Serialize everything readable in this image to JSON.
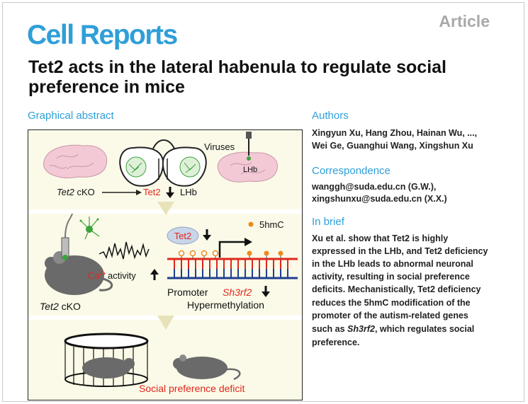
{
  "header": {
    "journal": "Cell Reports",
    "article_type": "Article",
    "title": "Tet2 acts in the lateral habenula to regulate social preference in mice"
  },
  "graphical_abstract": {
    "heading": "Graphical abstract",
    "labels": {
      "viruses": "Viruses",
      "lhb_brain": "LHb",
      "tet2_cko_top_italic": "Tet2",
      "tet2_cko_top_rest": " cKO",
      "tet2_red": "Tet2",
      "lhb_side": "LHb",
      "legend_5hmc": "5hmC",
      "tet2_oval": "Tet2",
      "ca_activity": "activity",
      "promoter": "Promoter",
      "sh3rf2": "Sh3rf2",
      "hypermethylation": "Hypermethylation",
      "tet2_cko_bottom_italic": "Tet2",
      "tet2_cko_bottom_rest": " cKO",
      "social_deficit": "Social preference deficit"
    }
  },
  "authors": {
    "heading": "Authors",
    "line1": "Xingyun Xu, Hang Zhou, Hainan Wu, ...,",
    "line2": "Wei Ge, Guanghui Wang, Xingshun Xu"
  },
  "correspondence": {
    "heading": "Correspondence",
    "line1": "wanggh@suda.edu.cn (G.W.),",
    "line2": "xingshunxu@suda.edu.cn (X.X.)"
  },
  "in_brief": {
    "heading": "In brief",
    "lines": [
      "Xu et al. show that Tet2 is highly",
      "expressed in the LHb, and Tet2 deficiency",
      "in the LHb leads to abnormal neuronal",
      "activity, resulting in social preference",
      "deficits. Mechanistically, Tet2 deficiency",
      "reduces the 5hmC modification of the",
      "promoter of the autism-related genes"
    ],
    "last_prefix": "such as ",
    "last_gene": "Sh3rf2",
    "last_suffix": ", which regulates social",
    "final_line": "preference."
  },
  "colors": {
    "journal_blue": "#2f9fd8",
    "tet2_red": "#e1261c",
    "ga_background": "#fbfae8",
    "neuron_green": "#3aa33a",
    "brain_pink": "#f3c9d6",
    "mouse_gray": "#6a6a6a",
    "hmc_orange": "#ee8a1d"
  }
}
